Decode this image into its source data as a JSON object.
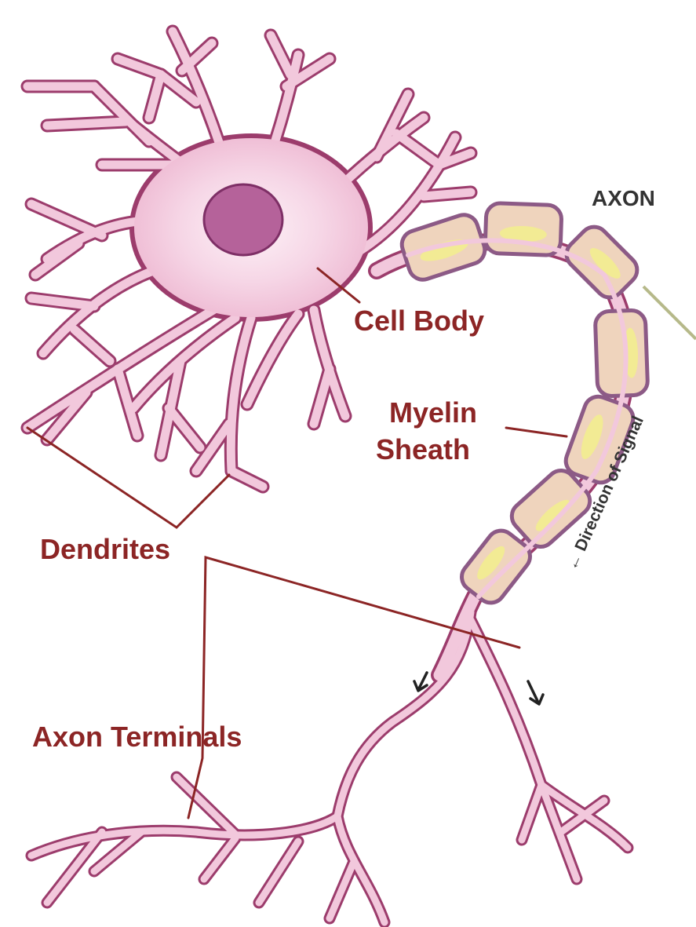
{
  "labels": {
    "axon": "AXON",
    "cell_body": "Cell Body",
    "myelin_line1": "Myelin",
    "myelin_line2": "Sheath",
    "dendrites": "Dendrites",
    "axon_terminals": "Axon Terminals",
    "direction": "← Direction of Signal"
  },
  "colors": {
    "neuron_fill": "#f2c8dc",
    "neuron_stroke": "#9c3c6c",
    "cell_body_glow": "#fbe9f1",
    "nucleus_fill": "#b5629a",
    "nucleus_stroke": "#7e2f66",
    "myelin_fill": "#efd4bd",
    "myelin_stroke": "#8c5a86",
    "myelin_highlight": "#f3f08a",
    "label_color": "#8c2525",
    "leader_color": "#8c2525",
    "arrow_color": "#222222",
    "axon_label_color": "#333333",
    "accent_line": "#b6b98a"
  }
}
